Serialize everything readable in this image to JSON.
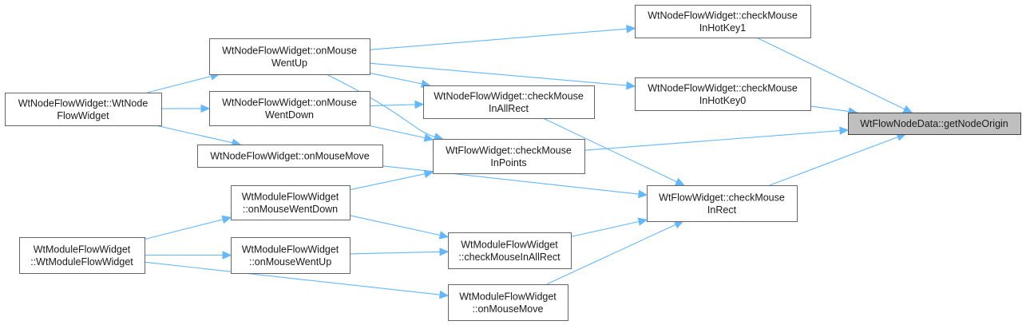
{
  "graph": {
    "title": "",
    "edge_color": "#63b8ff",
    "highlight_fill": "#bfbfbf",
    "nodes": [
      {
        "id": "target",
        "lines": [
          "WtFlowNodeData::getNodeOrigin"
        ],
        "highlight": true
      },
      {
        "id": "hotkey1",
        "lines": [
          "WtNodeFlowWidget::checkMouse",
          "InHotKey1"
        ]
      },
      {
        "id": "hotkey0",
        "lines": [
          "WtNodeFlowWidget::checkMouse",
          "InHotKey0"
        ]
      },
      {
        "id": "nodeAllRect",
        "lines": [
          "WtNodeFlowWidget::checkMouse",
          "InAllRect"
        ]
      },
      {
        "id": "inPoints",
        "lines": [
          "WtFlowWidget::checkMouse",
          "InPoints"
        ]
      },
      {
        "id": "inRect",
        "lines": [
          "WtFlowWidget::checkMouse",
          "InRect"
        ]
      },
      {
        "id": "nodeUp",
        "lines": [
          "WtNodeFlowWidget::onMouse",
          "WentUp"
        ]
      },
      {
        "id": "nodeDown",
        "lines": [
          "WtNodeFlowWidget::onMouse",
          "WentDown"
        ]
      },
      {
        "id": "nodeMove",
        "lines": [
          "WtNodeFlowWidget::onMouseMove"
        ]
      },
      {
        "id": "nodeCtor",
        "lines": [
          "WtNodeFlowWidget::WtNode",
          "FlowWidget"
        ]
      },
      {
        "id": "modDown",
        "lines": [
          "WtModuleFlowWidget",
          "::onMouseWentDown"
        ]
      },
      {
        "id": "modUp",
        "lines": [
          "WtModuleFlowWidget",
          "::onMouseWentUp"
        ]
      },
      {
        "id": "modAllRect",
        "lines": [
          "WtModuleFlowWidget",
          "::checkMouseInAllRect"
        ]
      },
      {
        "id": "modMove",
        "lines": [
          "WtModuleFlowWidget",
          "::onMouseMove"
        ]
      },
      {
        "id": "modCtor",
        "lines": [
          "WtModuleFlowWidget",
          "::WtModuleFlowWidget"
        ]
      }
    ],
    "edges": [
      {
        "from": "hotkey1",
        "to": "target"
      },
      {
        "from": "hotkey0",
        "to": "target"
      },
      {
        "from": "inPoints",
        "to": "target"
      },
      {
        "from": "inRect",
        "to": "target"
      },
      {
        "from": "nodeAllRect",
        "to": "inRect"
      },
      {
        "from": "nodeUp",
        "to": "hotkey1"
      },
      {
        "from": "nodeUp",
        "to": "hotkey0"
      },
      {
        "from": "nodeUp",
        "to": "nodeAllRect"
      },
      {
        "from": "nodeUp",
        "to": "inPoints"
      },
      {
        "from": "nodeDown",
        "to": "nodeAllRect"
      },
      {
        "from": "nodeDown",
        "to": "inPoints"
      },
      {
        "from": "nodeMove",
        "to": "inRect"
      },
      {
        "from": "nodeCtor",
        "to": "nodeUp"
      },
      {
        "from": "nodeCtor",
        "to": "nodeDown"
      },
      {
        "from": "nodeCtor",
        "to": "nodeMove"
      },
      {
        "from": "modDown",
        "to": "inPoints"
      },
      {
        "from": "modDown",
        "to": "modAllRect"
      },
      {
        "from": "modUp",
        "to": "modAllRect"
      },
      {
        "from": "modAllRect",
        "to": "inRect"
      },
      {
        "from": "modMove",
        "to": "inRect"
      },
      {
        "from": "modCtor",
        "to": "modDown"
      },
      {
        "from": "modCtor",
        "to": "modUp"
      },
      {
        "from": "modCtor",
        "to": "modMove"
      }
    ]
  }
}
